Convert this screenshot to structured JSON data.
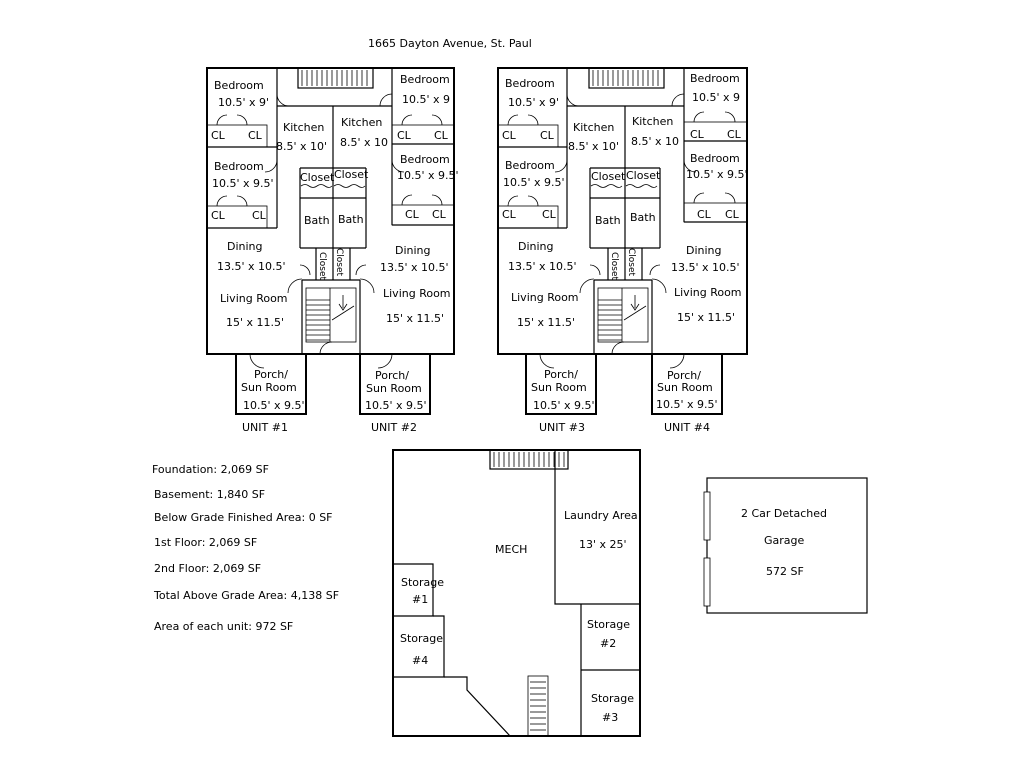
{
  "title": "1665 Dayton Avenue, St. Paul",
  "units": [
    {
      "label": "UNIT #1",
      "rooms": {
        "bedroom_front": {
          "name": "Bedroom",
          "size": "10.5' x 9'"
        },
        "bedroom_back": {
          "name": "Bedroom",
          "size": "10.5' x 9.5'"
        },
        "kitchen": {
          "name": "Kitchen",
          "size": "8.5' x 10'"
        },
        "dining": {
          "name": "Dining",
          "size": "13.5' x 10.5'"
        },
        "living": {
          "name": "Living Room",
          "size": "15' x 11.5'"
        },
        "porch": {
          "name1": "Porch/",
          "name2": "Sun Room",
          "size": "10.5' x 9.5'"
        }
      }
    },
    {
      "label": "UNIT #2",
      "rooms": {
        "bedroom_front": {
          "name": "Bedroom",
          "size": "10.5' x 9"
        },
        "bedroom_back": {
          "name": "Bedroom",
          "size": "10.5' x 9.5'"
        },
        "kitchen": {
          "name": "Kitchen",
          "size": "8.5' x 10"
        },
        "dining": {
          "name": "Dining",
          "size": "13.5' x 10.5'"
        },
        "living": {
          "name": "Living Room",
          "size": "15' x 11.5'"
        },
        "porch": {
          "name1": "Porch/",
          "name2": "Sun Room",
          "size": "10.5' x 9.5'"
        }
      }
    },
    {
      "label": "UNIT #3",
      "rooms": {
        "bedroom_front": {
          "name": "Bedroom",
          "size": "10.5' x 9'"
        },
        "bedroom_back": {
          "name": "Bedroom",
          "size": "10.5' x 9.5'"
        },
        "kitchen": {
          "name": "Kitchen",
          "size": "8.5' x 10'"
        },
        "dining": {
          "name": "Dining",
          "size": "13.5' x 10.5'"
        },
        "living": {
          "name": "Living Room",
          "size": "15' x 11.5'"
        },
        "porch": {
          "name1": "Porch/",
          "name2": "Sun Room",
          "size": "10.5' x 9.5'"
        }
      }
    },
    {
      "label": "UNIT #4",
      "rooms": {
        "bedroom_front": {
          "name": "Bedroom",
          "size": "10.5' x 9"
        },
        "bedroom_back": {
          "name": "Bedroom",
          "size": "10.5' x 9.5'"
        },
        "kitchen": {
          "name": "Kitchen",
          "size": "8.5' x 10"
        },
        "dining": {
          "name": "Dining",
          "size": "13.5' x 10.5'"
        },
        "living": {
          "name": "Living Room",
          "size": "15' x 11.5'"
        },
        "porch": {
          "name1": "Porch/",
          "name2": "Sun Room",
          "size": "10.5' x 9.5'"
        }
      }
    }
  ],
  "shared": {
    "closet": "Closet",
    "bath": "Bath",
    "cl": "CL"
  },
  "stats": [
    "Foundation: 2,069 SF",
    "Basement: 1,840 SF",
    "Below Grade Finished Area: 0 SF",
    "1st Floor: 2,069 SF",
    "2nd Floor: 2,069 SF",
    "Total Above Grade Area: 4,138 SF",
    "Area of each unit: 972 SF"
  ],
  "basement": {
    "mech": "MECH",
    "laundry_name": "Laundry Area",
    "laundry_size": "13' x 25'",
    "storage_label": "Storage",
    "storage1": "#1",
    "storage2": "#2",
    "storage3": "#3",
    "storage4": "#4"
  },
  "garage": {
    "line1": "2 Car Detached",
    "line2": "Garage",
    "line3": "572 SF"
  }
}
